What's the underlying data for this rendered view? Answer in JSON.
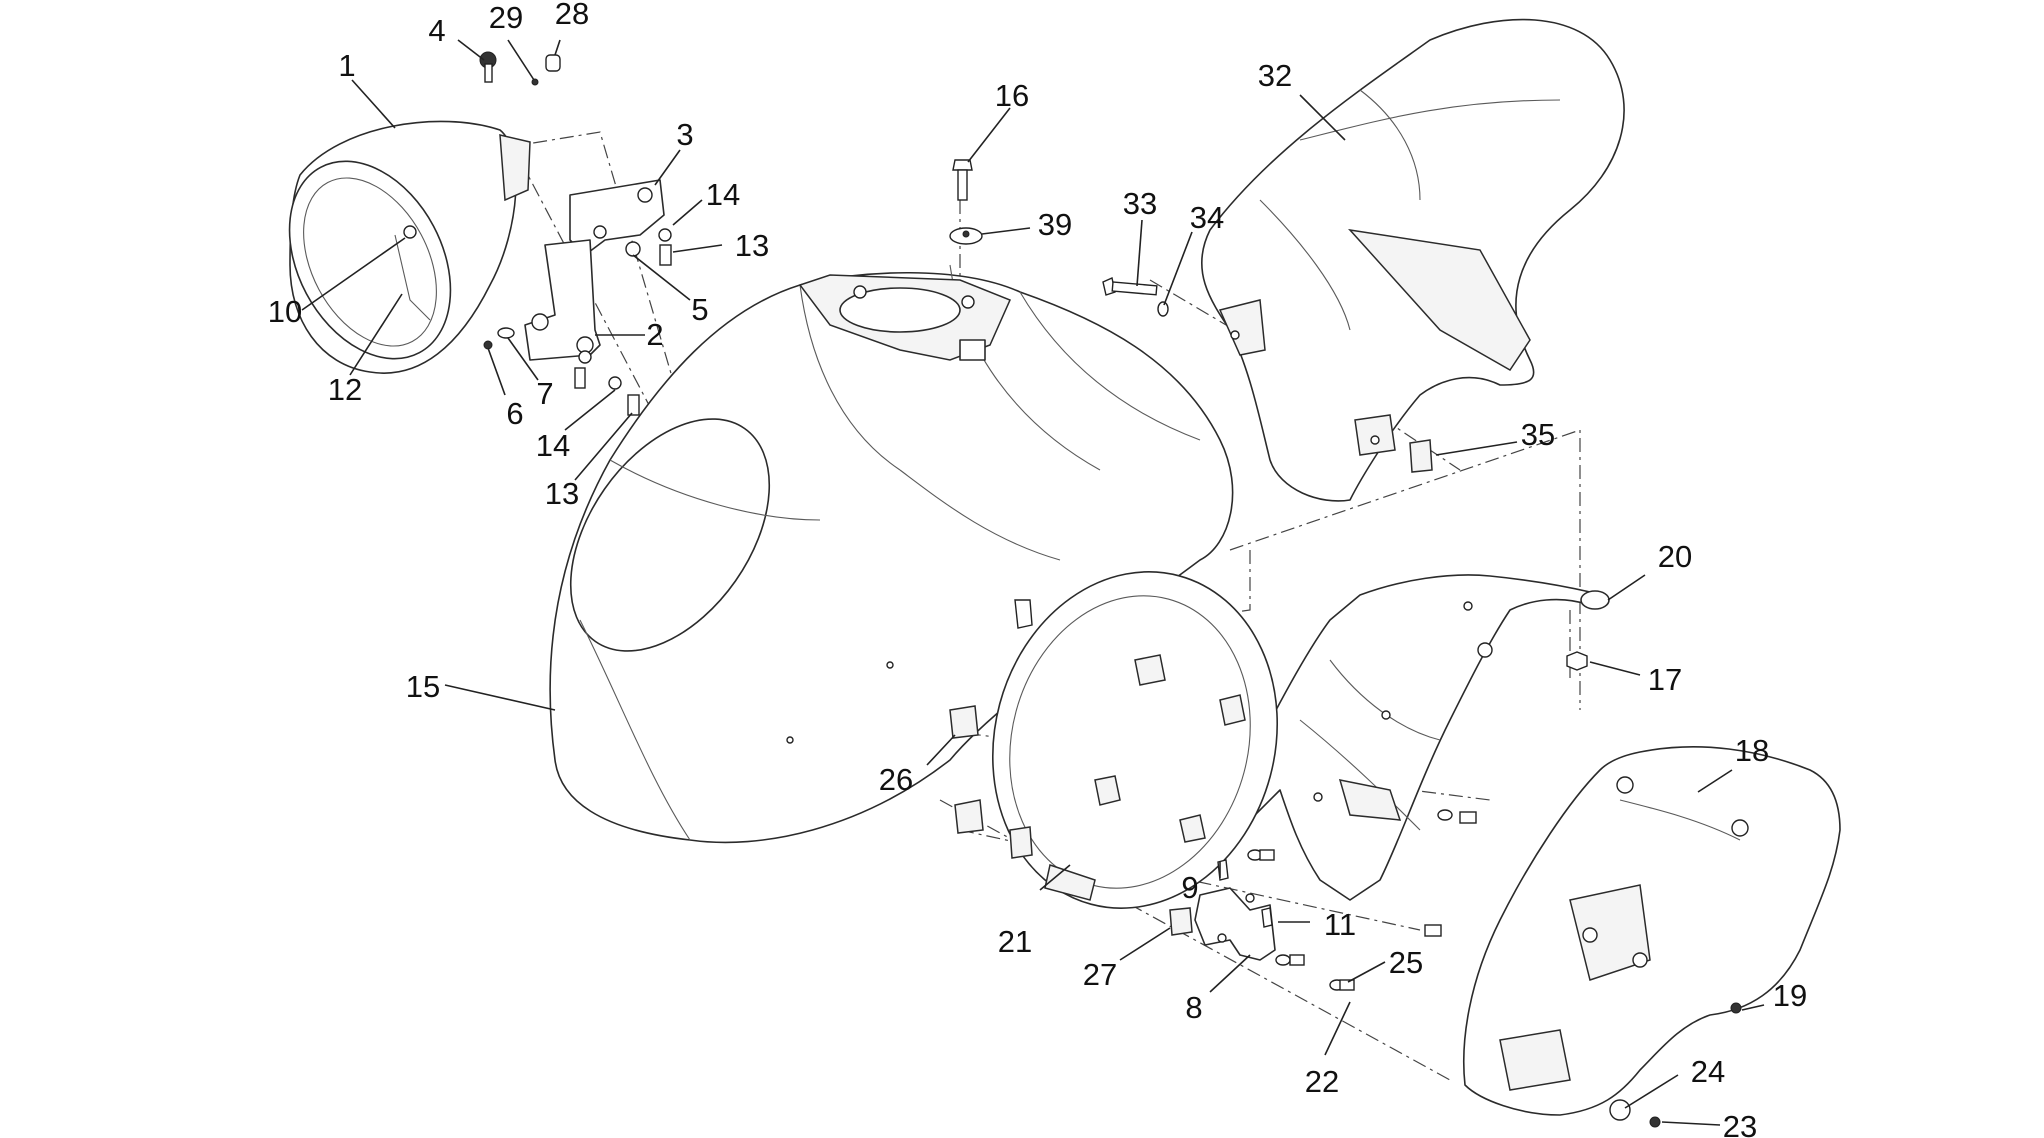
{
  "callouts": [
    {
      "id": "1",
      "text": "1"
    },
    {
      "id": "2",
      "text": "2"
    },
    {
      "id": "3",
      "text": "3"
    },
    {
      "id": "4",
      "text": "4"
    },
    {
      "id": "5",
      "text": "5"
    },
    {
      "id": "6",
      "text": "6"
    },
    {
      "id": "7",
      "text": "7"
    },
    {
      "id": "8",
      "text": "8"
    },
    {
      "id": "9",
      "text": "9"
    },
    {
      "id": "10",
      "text": "10"
    },
    {
      "id": "11",
      "text": "11"
    },
    {
      "id": "12",
      "text": "12"
    },
    {
      "id": "13a",
      "text": "13"
    },
    {
      "id": "13b",
      "text": "13"
    },
    {
      "id": "14a",
      "text": "14"
    },
    {
      "id": "14b",
      "text": "14"
    },
    {
      "id": "15",
      "text": "15"
    },
    {
      "id": "16",
      "text": "16"
    },
    {
      "id": "17",
      "text": "17"
    },
    {
      "id": "18",
      "text": "18"
    },
    {
      "id": "19",
      "text": "19"
    },
    {
      "id": "20",
      "text": "20"
    },
    {
      "id": "21",
      "text": "21"
    },
    {
      "id": "22",
      "text": "22"
    },
    {
      "id": "23",
      "text": "23"
    },
    {
      "id": "24",
      "text": "24"
    },
    {
      "id": "25",
      "text": "25"
    },
    {
      "id": "26",
      "text": "26"
    },
    {
      "id": "27",
      "text": "27"
    },
    {
      "id": "28",
      "text": "28"
    },
    {
      "id": "29",
      "text": "29"
    },
    {
      "id": "32",
      "text": "32"
    },
    {
      "id": "33",
      "text": "33"
    },
    {
      "id": "34",
      "text": "34"
    },
    {
      "id": "35",
      "text": "35"
    },
    {
      "id": "39",
      "text": "39"
    }
  ]
}
